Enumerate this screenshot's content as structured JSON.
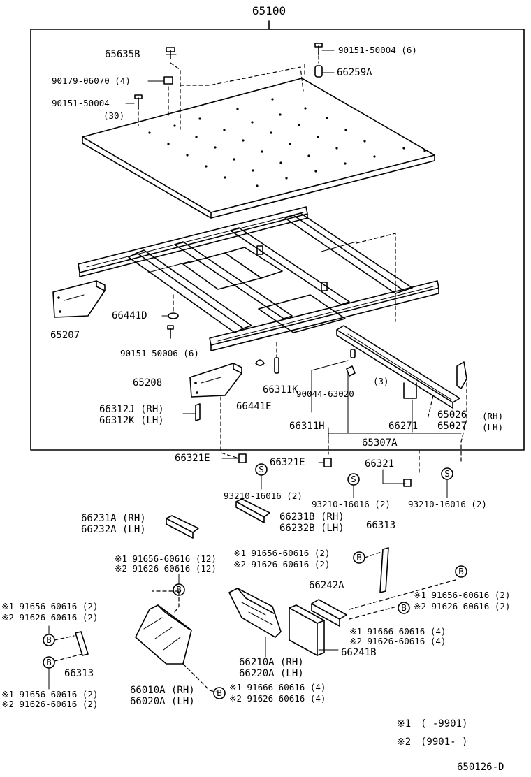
{
  "diagram": {
    "assembly_number": "65100",
    "drawing_code": "650126-D",
    "notes": [
      {
        "mark": "※1",
        "range": "(      -9901)"
      },
      {
        "mark": "※2",
        "range": "(9901-      )"
      }
    ],
    "parts": {
      "p65635B": "65635B",
      "p90151_50004_6": "90151-50004 (6)",
      "p66259A": "66259A",
      "p90179_06070_4": "90179-06070 (4)",
      "p90151_50004": "90151-50004",
      "p30": "(30)",
      "p65207": "65207",
      "p66441D": "66441D",
      "p90151_50006_6": "90151-50006 (6)",
      "p65208": "65208",
      "p66312J": "66312J (RH)",
      "p66312K": "66312K (LH)",
      "p66311K": "66311K",
      "p66441E": "66441E",
      "p3": "(3)",
      "p90044_63020": "90044-63020",
      "p66311H": "66311H",
      "p66271": "66271",
      "p65026": "65026",
      "p65026_rh": "(RH)",
      "p65027": "65027",
      "p65027_lh": "(LH)",
      "p65307A": "65307A",
      "p66321E_a": "66321E",
      "p66321E_b": "66321E",
      "p66321": "66321",
      "p93210_a": "93210-16016 (2)",
      "p93210_b": "93210-16016 (2)",
      "p93210_c": "93210-16016 (2)",
      "p66231A": "66231A (RH)",
      "p66232A": "66232A (LH)",
      "p66231B": "66231B (RH)",
      "p66232B": "66232B (LH)",
      "p66313_top": "66313",
      "p91656_12": "※1 91656-60616 (12)",
      "p91626_12": "※2 91626-60616 (12)",
      "p91656_mid": "※1 91656-60616 (2)",
      "p91626_mid": "※2 91626-60616 (2)",
      "p66242A": "66242A",
      "p91656_right": "※1 91656-60616 (2)",
      "p91626_right": "※2 91626-60616 (2)",
      "p91666_right": "※1 91666-60616 (4)",
      "p91626_right4": "※2 91626-60616 (4)",
      "p66241B": "66241B",
      "p91656_left": "※1 91656-60616 (2)",
      "p91626_left": "※2 91626-60616 (2)",
      "p66313_left": "66313",
      "p91656_leftb": "※1 91656-60616 (2)",
      "p91626_leftb": "※2 91626-60616 (2)",
      "p66010A": "66010A (RH)",
      "p66020A": "66020A (LH)",
      "p66210A": "66210A (RH)",
      "p66220A": "66220A (LH)",
      "p91666_bot": "※1 91666-60616 (4)",
      "p91626_bot": "※2 91626-60616 (4)"
    },
    "callout_letter": "B",
    "callout_letter_s": "S"
  }
}
